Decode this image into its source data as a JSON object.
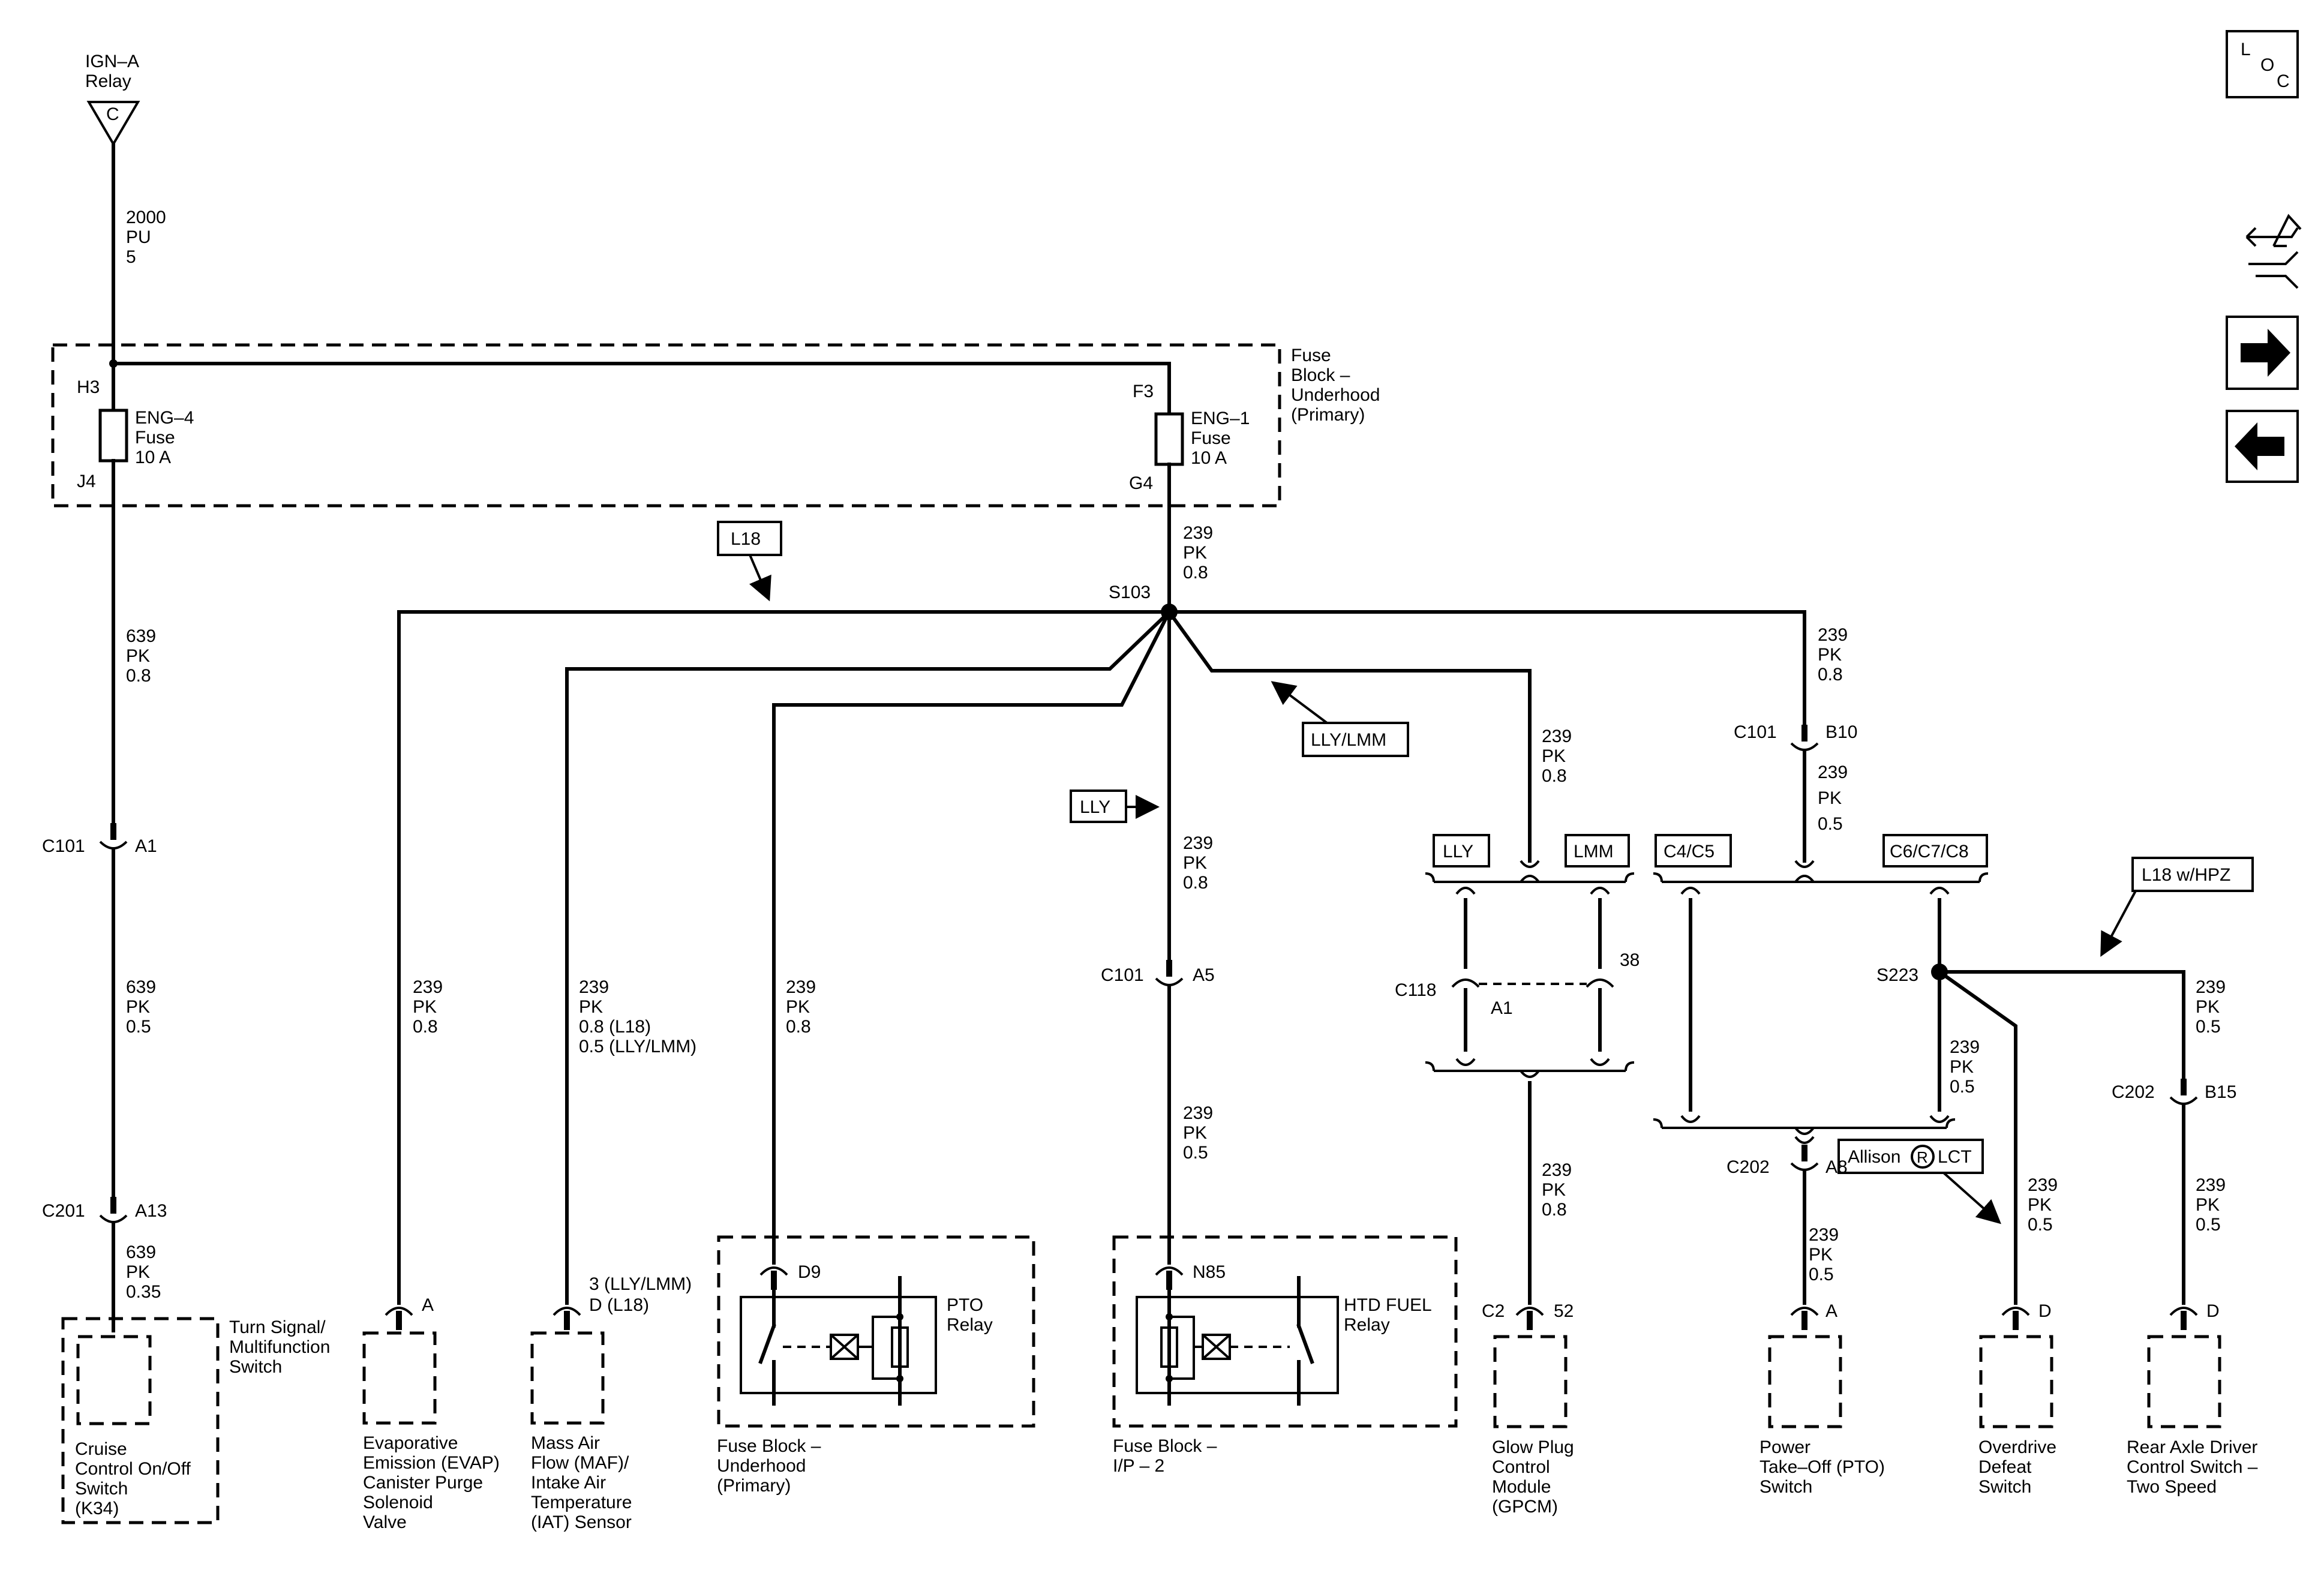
{
  "source": {
    "line1": "IGN–A",
    "line2": "Relay",
    "pin": "C"
  },
  "wire_top": [
    "2000",
    "PU",
    "5"
  ],
  "fuse_block_underhood": {
    "line1": "Fuse",
    "line2": "Block –",
    "line3": "Underhood",
    "line4": "(Primary)"
  },
  "fuse_eng4": {
    "in_pin": "H3",
    "out_pin": "J4",
    "line1": "ENG–4",
    "line2": "Fuse",
    "line3": "10 A"
  },
  "fuse_eng1": {
    "in_pin": "F3",
    "out_pin": "G4",
    "line1": "ENG–1",
    "line2": "Fuse",
    "line3": "10 A"
  },
  "wire_g4": [
    "239",
    "PK",
    "0.8"
  ],
  "splice_s103": "S103",
  "tag_l18": "L18",
  "tag_lly_lmm": "LLY/LMM",
  "tag_lly": "LLY",
  "tag_lly2": "LLY",
  "tag_lmm": "LMM",
  "tag_c4c5": "C4/C5",
  "tag_c6c7c8": "C6/C7/C8",
  "tag_l18hpz": "L18 w/HPZ",
  "tag_allison": {
    "pre": "Allison",
    "mark": "R",
    "post": "LCT"
  },
  "left_branch": {
    "w1": [
      "639",
      "PK",
      "0.8"
    ],
    "c101": {
      "conn": "C101",
      "pin": "A1"
    },
    "w2": [
      "639",
      "PK",
      "0.5"
    ],
    "c201": {
      "conn": "C201",
      "pin": "A13"
    },
    "w3": [
      "639",
      "PK",
      "0.35"
    ],
    "comp_title": [
      "Turn Signal/",
      "Multifunction",
      "Switch"
    ],
    "comp_name": [
      "Cruise",
      "Control On/Off",
      "Switch",
      "(K34)"
    ]
  },
  "evap": {
    "wire": [
      "239",
      "PK",
      "0.8"
    ],
    "pin": "A",
    "name": [
      "Evaporative",
      "Emission (EVAP)",
      "Canister Purge",
      "Solenoid",
      "Valve"
    ]
  },
  "maf": {
    "wire": [
      "239",
      "PK",
      "0.8 (L18)",
      "0.5 (LLY/LMM)"
    ],
    "pin1": "3 (LLY/LMM)",
    "pin2": "D (L18)",
    "name": [
      "Mass Air",
      "Flow (MAF)/",
      "Intake Air",
      "Temperature",
      "(IAT) Sensor"
    ]
  },
  "pto_relay": {
    "wire": [
      "239",
      "PK",
      "0.8"
    ],
    "pin": "D9",
    "label": [
      "PTO",
      "Relay"
    ],
    "name": [
      "Fuse Block –",
      "Underhood",
      "(Primary)"
    ]
  },
  "htd_relay": {
    "w1": [
      "239",
      "PK",
      "0.8"
    ],
    "c101": {
      "conn": "C101",
      "pin": "A5"
    },
    "w2": [
      "239",
      "PK",
      "0.5"
    ],
    "pin": "N85",
    "label": [
      "HTD FUEL",
      "Relay"
    ],
    "name": [
      "Fuse Block –",
      "I/P – 2"
    ]
  },
  "gpcm": {
    "w1": [
      "239",
      "PK",
      "0.8"
    ],
    "c118": {
      "conn": "C118",
      "pin": "A1",
      "pin2": "38"
    },
    "w2": [
      "239",
      "PK",
      "0.8"
    ],
    "conn": "C2",
    "pin": "52",
    "name": [
      "Glow Plug",
      "Control",
      "Module",
      "(GPCM)"
    ]
  },
  "right_branch": {
    "w1": [
      "239",
      "PK",
      "0.8"
    ],
    "c101": {
      "conn": "C101",
      "pin": "B10"
    },
    "w2": [
      "239",
      "PK",
      "0.5"
    ],
    "s223": "S223",
    "w_s223": [
      "239",
      "PK",
      "0.5"
    ],
    "c202": {
      "conn": "C202",
      "pin": "A8"
    },
    "w_pto": [
      "239",
      "PK",
      "0.5"
    ],
    "pto_pin": "A",
    "pto_name": [
      "Power",
      "Take–Off (PTO)",
      "Switch"
    ],
    "w_od": [
      "239",
      "PK",
      "0.5"
    ],
    "od_pin": "D",
    "od_name": [
      "Overdrive",
      "Defeat",
      "Switch"
    ],
    "w_rear1": [
      "239",
      "PK",
      "0.5"
    ],
    "c202b": {
      "conn": "C202",
      "pin": "B15"
    },
    "w_rear2": [
      "239",
      "PK",
      "0.5"
    ],
    "rear_pin": "D",
    "rear_name": [
      "Rear Axle Driver",
      "Control Switch –",
      "Two Speed"
    ]
  },
  "loc_icon": {
    "l": "L",
    "o": "O",
    "c": "C"
  }
}
